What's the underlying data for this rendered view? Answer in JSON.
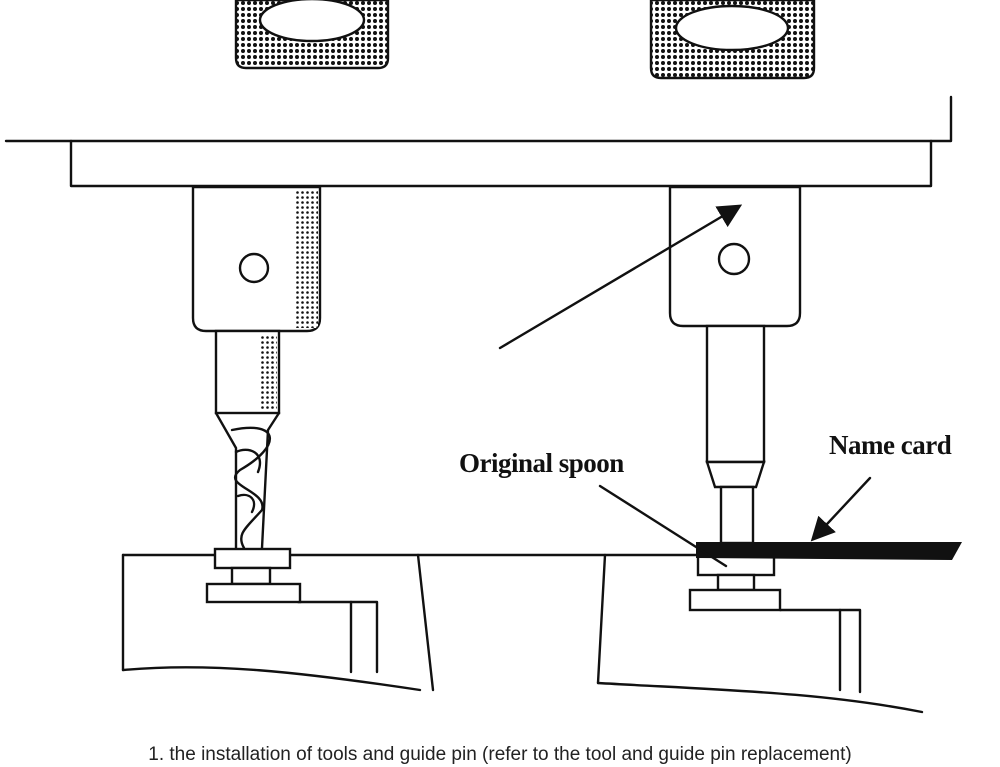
{
  "labels": {
    "original_spoon": "Original spoon",
    "name_card": "Name card"
  },
  "caption": "1. the installation of tools and guide pin (refer to the tool and guide pin replacement)"
}
